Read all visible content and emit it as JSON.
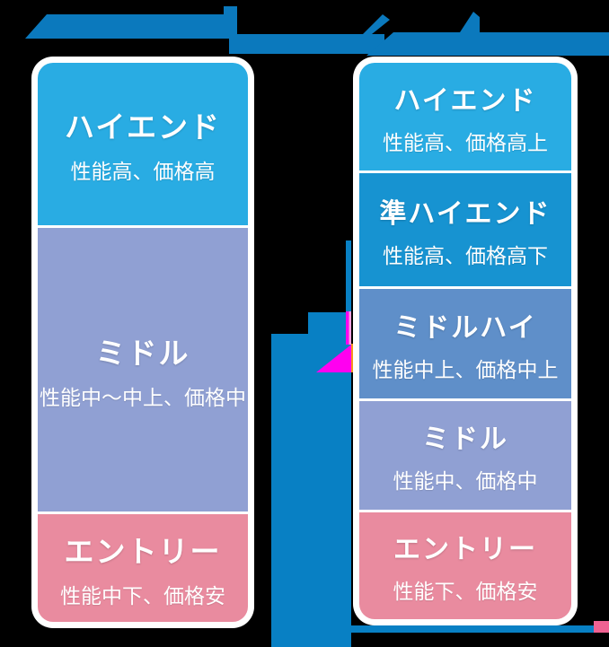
{
  "diagram": {
    "description": "GPU grade tiers before and after comparison diagram on black background",
    "left_column": {
      "tiers": [
        {
          "title": "ハイエンド",
          "subtitle": "性能高、価格高",
          "color": "#29ACE3"
        },
        {
          "title": "ミドル",
          "subtitle": "性能中〜中上、価格中",
          "color": "#90A0D3"
        },
        {
          "title": "エントリー",
          "subtitle": "性能中下、価格安",
          "color": "#E98B9F"
        }
      ]
    },
    "right_column": {
      "tiers": [
        {
          "title": "ハイエンド",
          "subtitle": "性能高、価格高上",
          "color": "#29ACE3"
        },
        {
          "title": "準ハイエンド",
          "subtitle": "性能高、価格高下",
          "color": "#1793D1"
        },
        {
          "title": "ミドルハイ",
          "subtitle": "性能中上、価格中上",
          "color": "#5F8FC9"
        },
        {
          "title": "ミドル",
          "subtitle": "性能中、価格中",
          "color": "#90A0D3"
        },
        {
          "title": "エントリー",
          "subtitle": "性能下、価格安",
          "color": "#E98B9F"
        }
      ]
    },
    "colors": {
      "background": "#000000",
      "header_brush_blue": "#0B79BD",
      "arrow_blue": "#0880C4",
      "magenta_accent": "#FF00F0",
      "magenta_light": "#FFA0E4",
      "orange_accent": "#F7941E",
      "pink_end": "#F06292",
      "card_border": "#FFFFFF",
      "text": "#FFFFFF"
    }
  }
}
